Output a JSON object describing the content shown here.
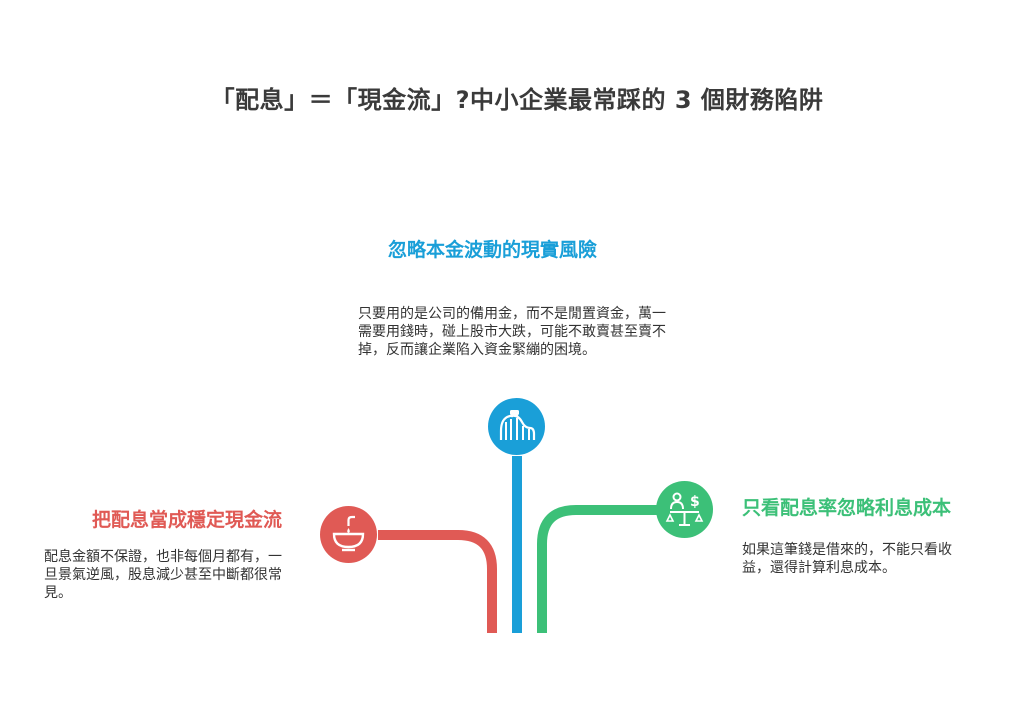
{
  "title": "「配息」＝「現金流」?中小企業最常踩的 3 個財務陷阱",
  "colors": {
    "blue": "#1a9fd8",
    "red": "#e05a55",
    "green": "#3cc078",
    "text": "#333333"
  },
  "branches": [
    {
      "heading": "忽略本金波動的現實風險",
      "description": "只要用的是公司的備用金，而不是閒置資金，萬一需要用錢時，碰上股市大跌，可能不敢賣甚至賣不掉，反而讓企業陷入資金緊繃的困境。",
      "icon": "roller-coaster-icon",
      "color": "blue"
    },
    {
      "heading": "把配息當成穩定現金流",
      "description": "配息金額不保證，也非每個月都有，一旦景氣逆風，股息減少甚至中斷都很常見。",
      "icon": "leaking-bowl-icon",
      "color": "red"
    },
    {
      "heading": "只看配息率忽略利息成本",
      "description": "如果這筆錢是借來的，不能只看收益，還得計算利息成本。",
      "icon": "balance-scale-icon",
      "color": "green"
    }
  ]
}
